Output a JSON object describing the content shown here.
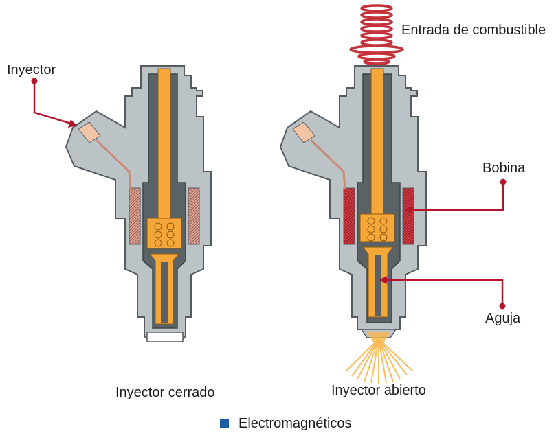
{
  "labels": {
    "injector": "Inyector",
    "fuel_inlet": "Entrada de combustible",
    "coil": "Bobina",
    "needle": "Aguja",
    "closed": "Inyector cerrado",
    "open": "Inyector abierto"
  },
  "legend": {
    "text": "Electromagnéticos",
    "color": "#1f5aa6"
  },
  "colors": {
    "body": "#bcc3c7",
    "body_stroke": "#555b60",
    "dark": "#5b6266",
    "fuel": "#f5a73a",
    "fuel_stroke": "#8a5a10",
    "coil": "#c98a7d",
    "coil_active": "#c4323c",
    "pointer": "#b5142d",
    "spring": "#f0a93c",
    "spray": "#f7b54a"
  },
  "icons": {
    "legend": "square-bullet-icon"
  }
}
